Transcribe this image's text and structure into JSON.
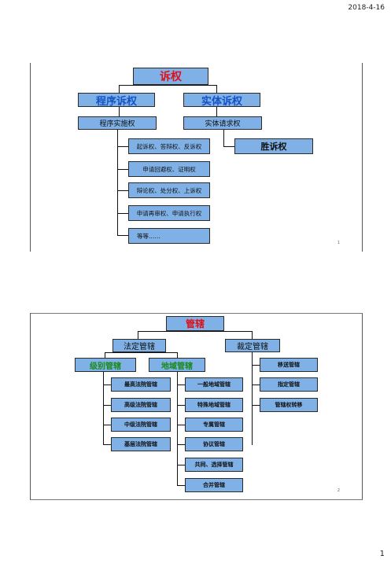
{
  "header": {
    "date": "2018-4-16"
  },
  "footer": {
    "page_number": "1"
  },
  "slide1": {
    "title": "诉权",
    "branch_left": "程序诉权",
    "branch_right": "实体诉权",
    "sub_left": "程序实施权",
    "sub_right": "实体请求权",
    "right_leaf": "胜诉权",
    "items": [
      "起诉权、答辩权、反诉权",
      "申请回避权、证明权",
      "辩论权、处分权、上诉权",
      "申请再审权、申请执行权",
      "等等……"
    ],
    "slide_number": "1"
  },
  "slide2": {
    "title": "管辖",
    "branch_left": "法定管辖",
    "branch_right": "裁定管辖",
    "sub_left": "级别管辖",
    "sub_right": "地域管辖",
    "level_items": [
      "最高法院管辖",
      "高级法院管辖",
      "中级法院管辖",
      "基层法院管辖"
    ],
    "region_items": [
      "一般地域管辖",
      "特殊地域管辖",
      "专属管辖",
      "协议管辖",
      "共同、选择管辖",
      "合并管辖"
    ],
    "ruling_items": [
      "移送管辖",
      "指定管辖",
      "管辖权转移"
    ],
    "slide_number": "2"
  }
}
